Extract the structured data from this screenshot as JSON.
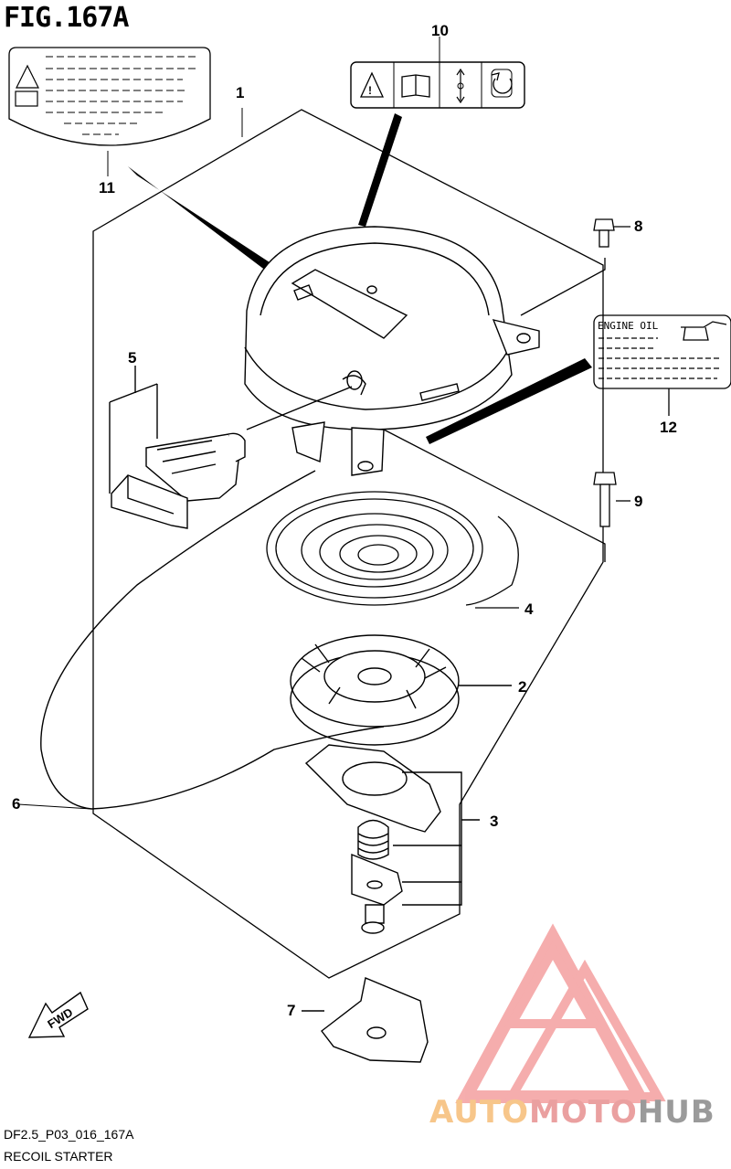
{
  "figure": {
    "title": "FIG.167A",
    "code": "DF2.5_P03_016_167A",
    "name": "RECOIL STARTER"
  },
  "callouts": [
    "1",
    "2",
    "3",
    "4",
    "5",
    "6",
    "7",
    "8",
    "9",
    "10",
    "11",
    "12"
  ],
  "labels": {
    "engine_oil": "ENGINE OIL",
    "fwd": "FWD"
  },
  "watermark": {
    "part1": "AUTO",
    "part2": "MOTO",
    "part3": "HUB"
  }
}
